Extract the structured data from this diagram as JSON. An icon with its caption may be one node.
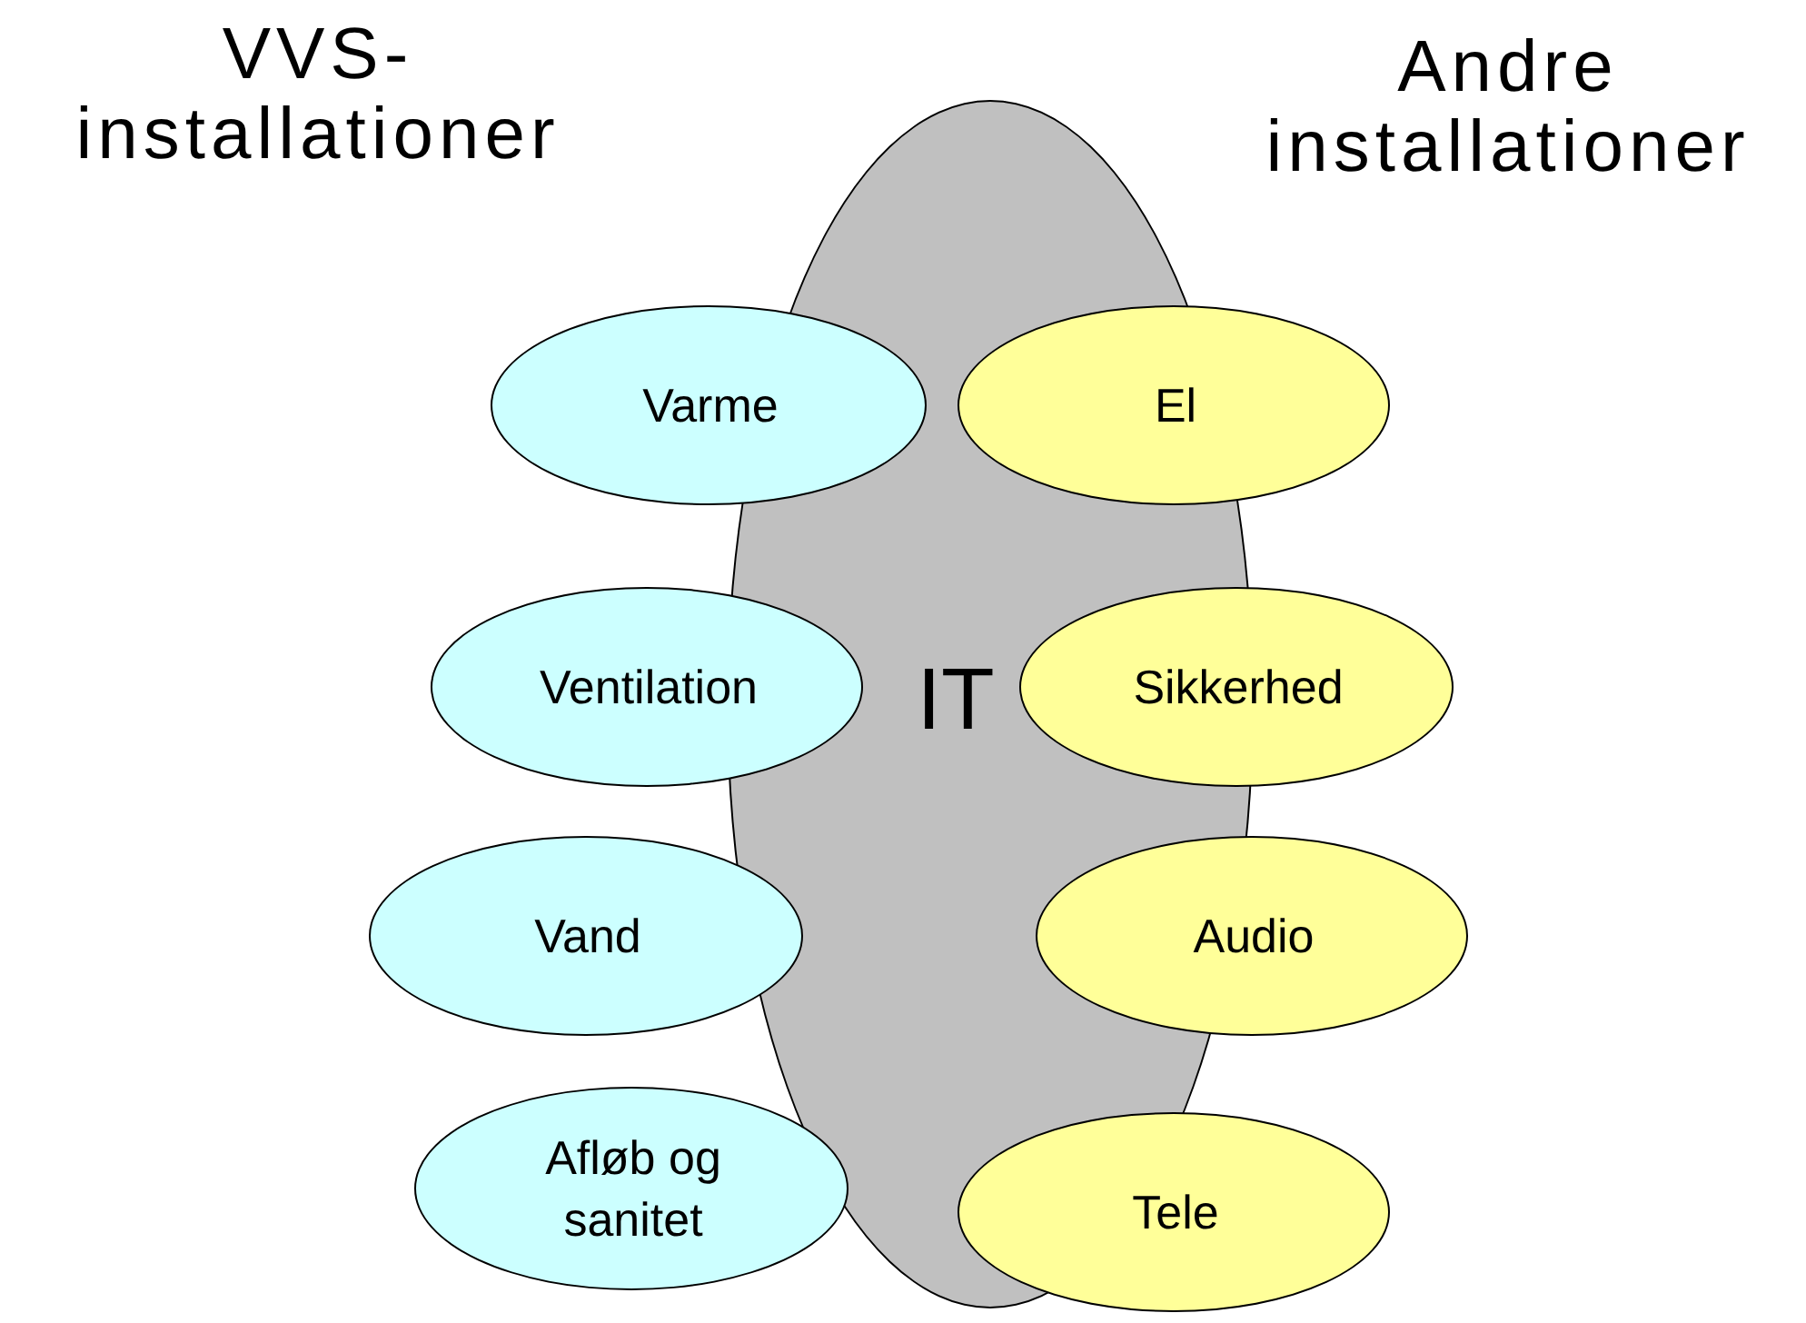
{
  "diagram": {
    "nodes": [
      {
        "text": [
          "IT"
        ]
      },
      {
        "text": [
          "Varme"
        ]
      },
      {
        "text": [
          "El"
        ]
      },
      {
        "text": [
          "Ventilation"
        ]
      },
      {
        "text": [
          "Sikkerhed"
        ]
      },
      {
        "text": [
          "Vand"
        ]
      },
      {
        "text": [
          "Audio"
        ]
      },
      {
        "text": [
          "Afløb og sanitet"
        ]
      },
      {
        "text": [
          "Tele"
        ]
      }
    ],
    "labels": [
      "VVS- installationer",
      "Andre installationer"
    ]
  }
}
